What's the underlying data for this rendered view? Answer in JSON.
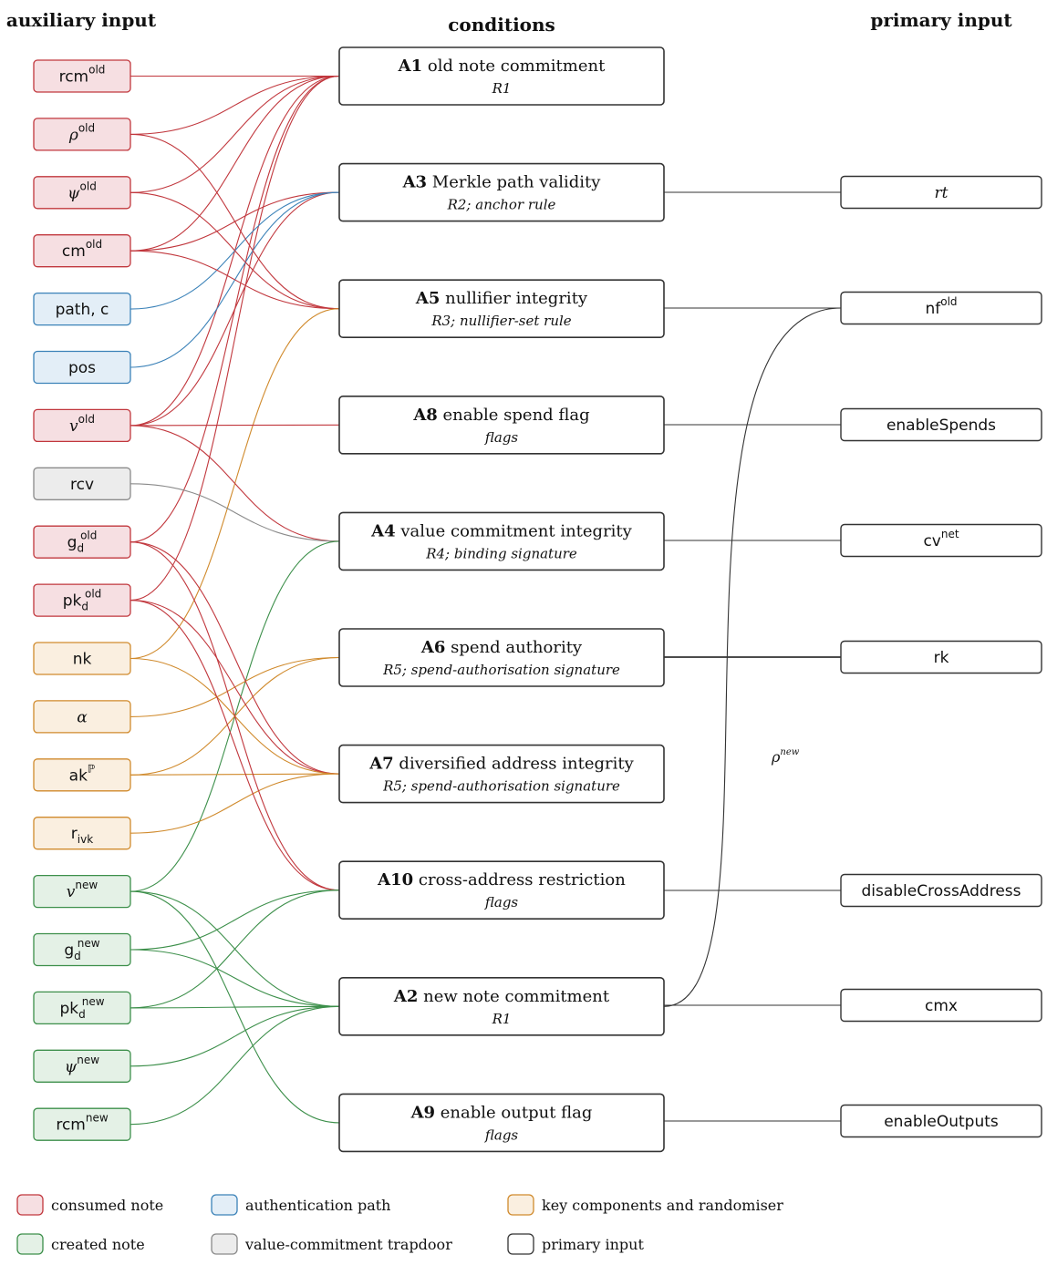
{
  "headers": {
    "auxiliary": "auxiliary input",
    "conditions": "conditions",
    "primary": "primary input"
  },
  "colors": {
    "red": {
      "fill": "#f6dfe2",
      "stroke": "#c1373d"
    },
    "blue": {
      "fill": "#e3eef7",
      "stroke": "#3b82b8"
    },
    "orange": {
      "fill": "#faefe0",
      "stroke": "#d08a2c"
    },
    "gray": {
      "fill": "#ececec",
      "stroke": "#8a8a8a"
    },
    "green": {
      "fill": "#e4f1e6",
      "stroke": "#3c8f4a"
    },
    "black": {
      "fill": "#ffffff",
      "stroke": "#333333"
    }
  },
  "aux_inputs": [
    {
      "id": "rcm_old",
      "base": "rcm",
      "sup": "old",
      "sub": "",
      "italic": false,
      "color": "red"
    },
    {
      "id": "rho_old",
      "base": "ρ",
      "sup": "old",
      "sub": "",
      "italic": true,
      "color": "red"
    },
    {
      "id": "psi_old",
      "base": "ψ",
      "sup": "old",
      "sub": "",
      "italic": true,
      "color": "red"
    },
    {
      "id": "cm_old",
      "base": "cm",
      "sup": "old",
      "sub": "",
      "italic": false,
      "color": "red"
    },
    {
      "id": "path_c",
      "base": "path, c",
      "sup": "",
      "sub": "",
      "italic": false,
      "color": "blue"
    },
    {
      "id": "pos",
      "base": "pos",
      "sup": "",
      "sub": "",
      "italic": false,
      "color": "blue"
    },
    {
      "id": "v_old",
      "base": "v",
      "sup": "old",
      "sub": "",
      "italic": true,
      "color": "red"
    },
    {
      "id": "rcv",
      "base": "rcv",
      "sup": "",
      "sub": "",
      "italic": false,
      "color": "gray"
    },
    {
      "id": "gd_old",
      "base": "g",
      "sup": "old",
      "sub": "d",
      "italic": false,
      "color": "red"
    },
    {
      "id": "pkd_old",
      "base": "pk",
      "sup": "old",
      "sub": "d",
      "italic": false,
      "color": "red"
    },
    {
      "id": "nk",
      "base": "nk",
      "sup": "",
      "sub": "",
      "italic": false,
      "color": "orange"
    },
    {
      "id": "alpha",
      "base": "α",
      "sup": "",
      "sub": "",
      "italic": true,
      "color": "orange"
    },
    {
      "id": "ak_P",
      "base": "ak",
      "sup": "ℙ",
      "sub": "",
      "italic": false,
      "color": "orange"
    },
    {
      "id": "r_ivk",
      "base": "r",
      "sup": "",
      "sub": "ivk",
      "italic": false,
      "color": "orange"
    },
    {
      "id": "v_new",
      "base": "v",
      "sup": "new",
      "sub": "",
      "italic": true,
      "color": "green"
    },
    {
      "id": "gd_new",
      "base": "g",
      "sup": "new",
      "sub": "d",
      "italic": false,
      "color": "green"
    },
    {
      "id": "pkd_new",
      "base": "pk",
      "sup": "new",
      "sub": "d",
      "italic": false,
      "color": "green"
    },
    {
      "id": "psi_new",
      "base": "ψ",
      "sup": "new",
      "sub": "",
      "italic": true,
      "color": "green"
    },
    {
      "id": "rcm_new",
      "base": "rcm",
      "sup": "new",
      "sub": "",
      "italic": false,
      "color": "green"
    }
  ],
  "conditions": [
    {
      "id": "A1",
      "title": "old note commitment",
      "sub": "R1"
    },
    {
      "id": "A3",
      "title": "Merkle path validity",
      "sub": "R2; anchor rule"
    },
    {
      "id": "A5",
      "title": "nullifier integrity",
      "sub": "R3; nullifier-set rule"
    },
    {
      "id": "A8",
      "title": "enable spend flag",
      "sub": "flags"
    },
    {
      "id": "A4",
      "title": "value commitment integrity",
      "sub": "R4; binding signature"
    },
    {
      "id": "A6",
      "title": "spend authority",
      "sub": "R5; spend-authorisation signature"
    },
    {
      "id": "A7",
      "title": "diversified address integrity",
      "sub": "R5; spend-authorisation signature"
    },
    {
      "id": "A10",
      "title": "cross-address restriction",
      "sub": "flags"
    },
    {
      "id": "A2",
      "title": "new note commitment",
      "sub": "R1"
    },
    {
      "id": "A9",
      "title": "enable output flag",
      "sub": "flags"
    }
  ],
  "primary_inputs": [
    {
      "id": "rt",
      "base": "rt",
      "sup": "",
      "italic": true,
      "cond": "A3"
    },
    {
      "id": "nf_old",
      "base": "nf",
      "sup": "old",
      "italic": false,
      "cond": "A5"
    },
    {
      "id": "enableSpends",
      "base": "enableSpends",
      "sup": "",
      "italic": false,
      "cond": "A8"
    },
    {
      "id": "cv_net",
      "base": "cv",
      "sup": "net",
      "italic": false,
      "cond": "A4"
    },
    {
      "id": "rk",
      "base": "rk",
      "sup": "",
      "italic": false,
      "cond": "A6"
    },
    {
      "id": "disableCrossAddress",
      "base": "disableCrossAddress",
      "sup": "",
      "italic": false,
      "cond": "A10"
    },
    {
      "id": "cmx",
      "base": "cmx",
      "sup": "",
      "italic": false,
      "cond": "A2"
    },
    {
      "id": "enableOutputs",
      "base": "enableOutputs",
      "sup": "",
      "italic": false,
      "cond": "A9"
    }
  ],
  "edges": [
    {
      "from": "rcm_old",
      "to": "A1",
      "color": "red"
    },
    {
      "from": "rho_old",
      "to": "A1",
      "color": "red"
    },
    {
      "from": "psi_old",
      "to": "A1",
      "color": "red"
    },
    {
      "from": "cm_old",
      "to": "A1",
      "color": "red"
    },
    {
      "from": "v_old",
      "to": "A1",
      "color": "red"
    },
    {
      "from": "gd_old",
      "to": "A1",
      "color": "red"
    },
    {
      "from": "pkd_old",
      "to": "A1",
      "color": "red"
    },
    {
      "from": "cm_old",
      "to": "A3",
      "color": "red"
    },
    {
      "from": "v_old",
      "to": "A3",
      "color": "red"
    },
    {
      "from": "path_c",
      "to": "A3",
      "color": "blue"
    },
    {
      "from": "pos",
      "to": "A3",
      "color": "blue"
    },
    {
      "from": "rho_old",
      "to": "A5",
      "color": "red"
    },
    {
      "from": "psi_old",
      "to": "A5",
      "color": "red"
    },
    {
      "from": "cm_old",
      "to": "A5",
      "color": "red"
    },
    {
      "from": "nk",
      "to": "A5",
      "color": "orange"
    },
    {
      "from": "v_old",
      "to": "A8",
      "color": "red"
    },
    {
      "from": "v_old",
      "to": "A4",
      "color": "red"
    },
    {
      "from": "rcv",
      "to": "A4",
      "color": "gray"
    },
    {
      "from": "v_new",
      "to": "A4",
      "color": "green"
    },
    {
      "from": "alpha",
      "to": "A6",
      "color": "orange"
    },
    {
      "from": "ak_P",
      "to": "A6",
      "color": "orange"
    },
    {
      "from": "gd_old",
      "to": "A7",
      "color": "red"
    },
    {
      "from": "pkd_old",
      "to": "A7",
      "color": "red"
    },
    {
      "from": "nk",
      "to": "A7",
      "color": "orange"
    },
    {
      "from": "ak_P",
      "to": "A7",
      "color": "orange"
    },
    {
      "from": "r_ivk",
      "to": "A7",
      "color": "orange"
    },
    {
      "from": "gd_old",
      "to": "A10",
      "color": "red"
    },
    {
      "from": "pkd_old",
      "to": "A10",
      "color": "red"
    },
    {
      "from": "gd_new",
      "to": "A10",
      "color": "green"
    },
    {
      "from": "pkd_new",
      "to": "A10",
      "color": "green"
    },
    {
      "from": "v_new",
      "to": "A2",
      "color": "green"
    },
    {
      "from": "gd_new",
      "to": "A2",
      "color": "green"
    },
    {
      "from": "pkd_new",
      "to": "A2",
      "color": "green"
    },
    {
      "from": "psi_new",
      "to": "A2",
      "color": "green"
    },
    {
      "from": "rcm_new",
      "to": "A2",
      "color": "green"
    },
    {
      "from": "v_new",
      "to": "A9",
      "color": "green"
    }
  ],
  "rho_new_edge": {
    "from": "A2",
    "to": "nf_old",
    "label": "ρ",
    "label_sup": "new"
  },
  "legend": [
    {
      "label": "consumed note",
      "color": "red"
    },
    {
      "label": "authentication path",
      "color": "blue"
    },
    {
      "label": "key components and randomiser",
      "color": "orange"
    },
    {
      "label": "created note",
      "color": "green"
    },
    {
      "label": "value-commitment trapdoor",
      "color": "gray"
    },
    {
      "label": "primary input",
      "color": "black"
    }
  ]
}
